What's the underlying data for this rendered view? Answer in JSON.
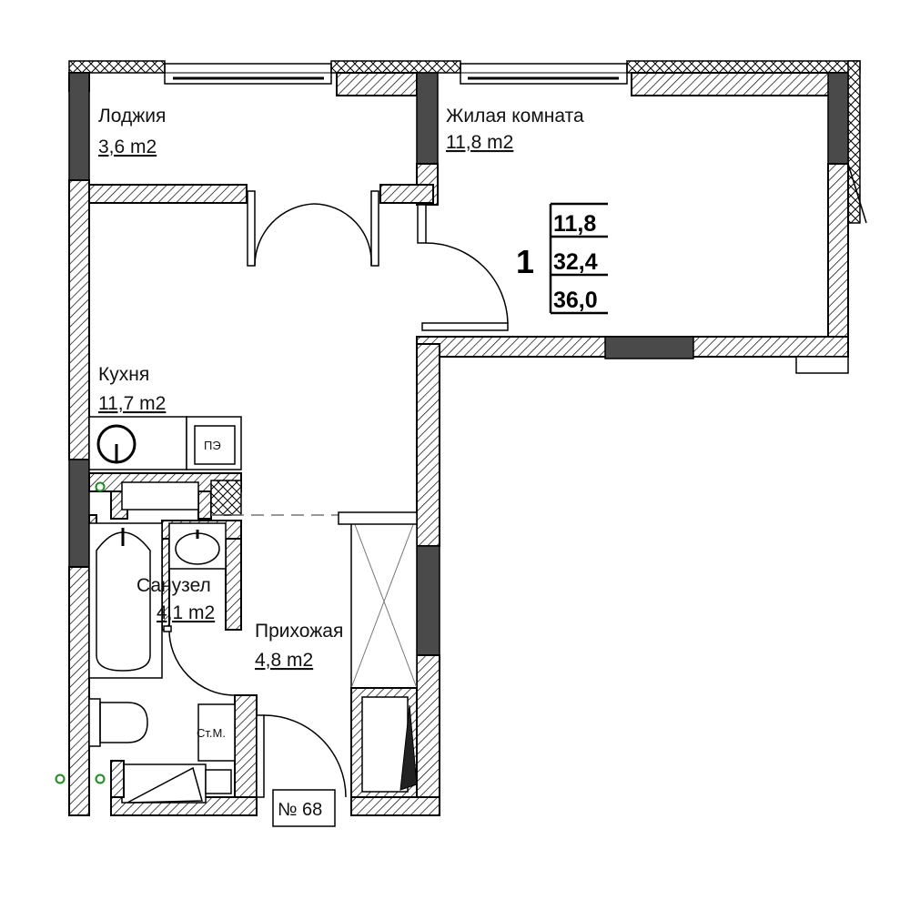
{
  "rooms": {
    "loggia": {
      "name": "Лоджия",
      "area": "3,6 m2"
    },
    "living": {
      "name": "Жилая комната",
      "area": "11,8 m2"
    },
    "kitchen": {
      "name": "Кухня",
      "area": "11,7 m2"
    },
    "bathroom": {
      "name": "Санузел",
      "area": "4,1 m2"
    },
    "hallway": {
      "name": "Прихожая",
      "area": "4,8 m2"
    }
  },
  "apartment": {
    "rooms_count": "1",
    "area_living": "11,8",
    "area_usable": "32,4",
    "area_total": "36,0",
    "number": "№ 68"
  },
  "fixtures": {
    "stove": "ПЭ",
    "washer": "Ст.М."
  }
}
